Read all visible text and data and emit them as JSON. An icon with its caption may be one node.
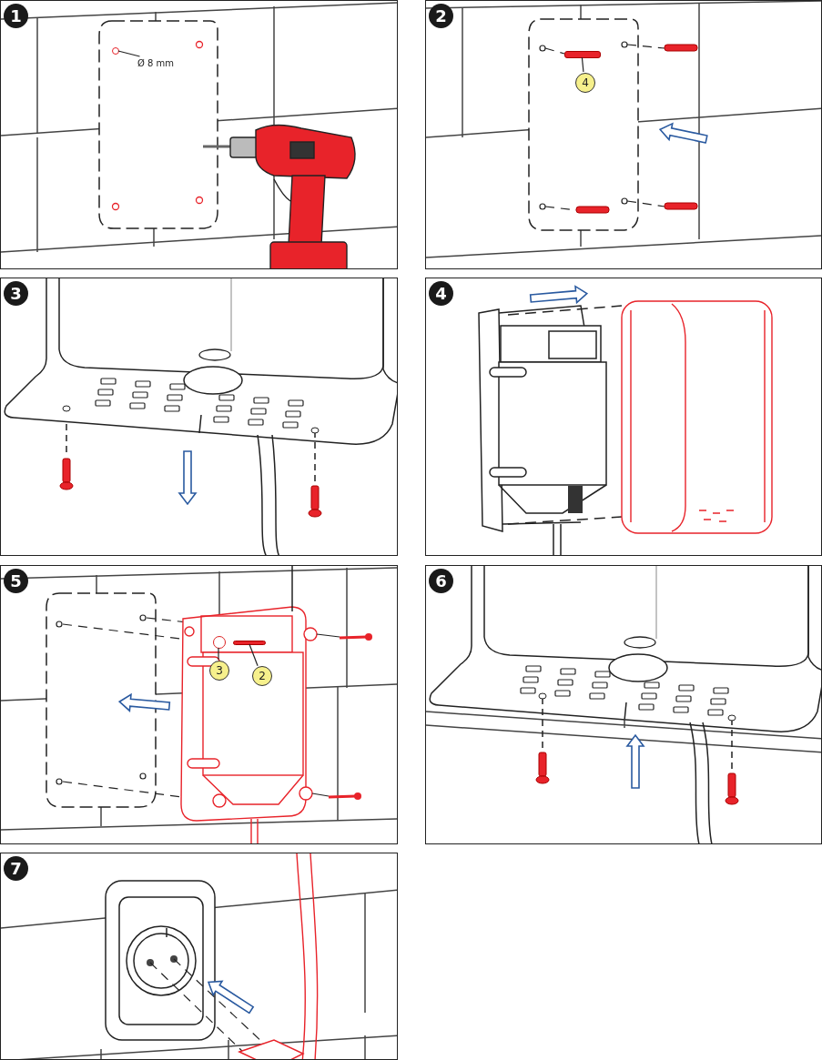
{
  "diagram": {
    "nodes": [
      {
        "text": [
          "1"
        ]
      },
      {
        "text": [
          "2"
        ]
      },
      {
        "text": [
          "3"
        ]
      },
      {
        "text": [
          "4"
        ]
      },
      {
        "text": [
          "5"
        ]
      },
      {
        "text": [
          "6"
        ]
      },
      {
        "text": [
          "7"
        ]
      },
      {
        "text": [
          "Ø 8 mm"
        ],
        "in": 0
      },
      {
        "text": [],
        "shape": "circle",
        "in": 0
      },
      {
        "text": [
          "4"
        ],
        "in": 1
      },
      {
        "text": [],
        "shape": "bar",
        "in": 1
      },
      {
        "text": [
          "3"
        ],
        "in": 4
      },
      {
        "text": [],
        "shape": "circle",
        "in": 4
      },
      {
        "text": [
          "2"
        ],
        "in": 4
      },
      {
        "text": [],
        "shape": "bar",
        "in": 4
      }
    ],
    "edges": [
      {
        "from": 7,
        "to": 8,
        "arrow": "none"
      },
      {
        "from": 9,
        "to": 10,
        "arrow": "none"
      },
      {
        "from": 11,
        "to": 12,
        "arrow": "none"
      },
      {
        "from": 13,
        "to": 14,
        "arrow": "none"
      }
    ]
  }
}
